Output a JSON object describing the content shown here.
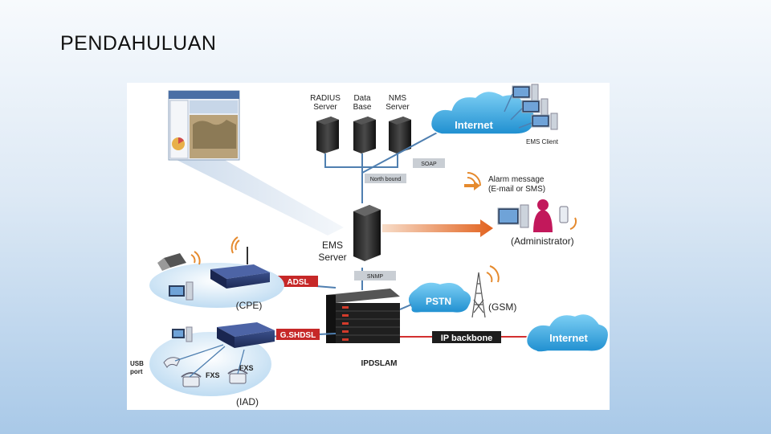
{
  "slide": {
    "title": "PENDAHULUAN"
  },
  "diagram": {
    "servers": {
      "radius": [
        "RADIUS",
        "Server"
      ],
      "database": [
        "Data",
        "Base"
      ],
      "nms": [
        "NMS",
        "Server"
      ]
    },
    "ems_server": [
      "EMS",
      "Server"
    ],
    "clouds": {
      "internet_top": "Internet",
      "pstn": "PSTN",
      "internet_bottom": "Internet"
    },
    "ems_client": "EMS Client",
    "tags": {
      "soap": "SOAP",
      "northbound": "North bound",
      "snmp": "SNMP",
      "adsl": "ADSL",
      "gshdsl": "G.SHDSL",
      "ip_backbone": "IP backbone"
    },
    "alarm": [
      "Alarm message",
      "(E-mail or SMS)"
    ],
    "administrator": "(Administrator)",
    "gsm": "(GSM)",
    "cpe": "(CPE)",
    "iad": "(IAD)",
    "ipdslam": "IPDSLAM",
    "usb_port": [
      "USB",
      "port"
    ],
    "fxs_left": "FXS",
    "fxs_right": "FXS"
  }
}
